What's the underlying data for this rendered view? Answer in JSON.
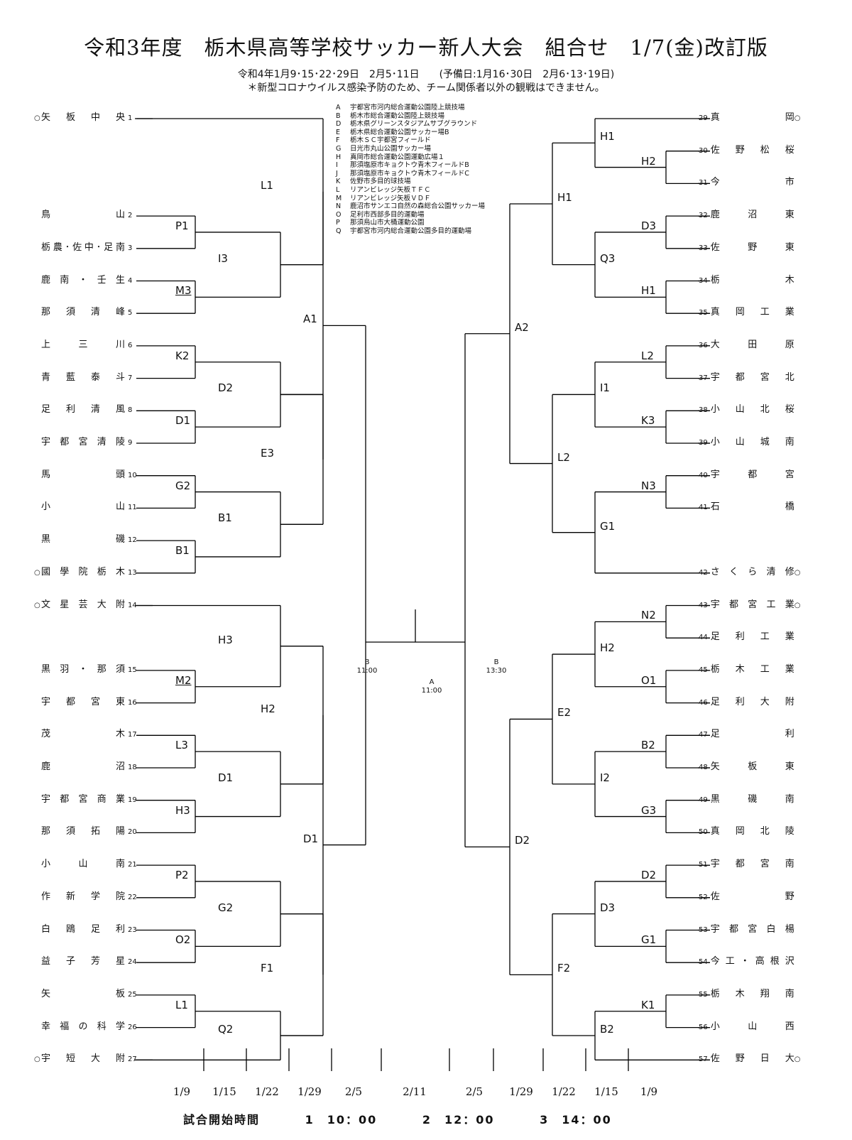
{
  "title": "令和3年度　栃木県高等学校サッカー新人大会　組合せ　1/7(金)改訂版",
  "subtitle": "令和4年1月9･15･22･29日　2月5･11日　　(予備日:1月16･30日　2月6･13･19日)",
  "notice": "＊新型コロナウイルス感染予防のため、チーム関係者以外の観戦はできません。",
  "venues": [
    {
      "code": "A",
      "name": "宇都宮市河内総合運動公園陸上競技場"
    },
    {
      "code": "B",
      "name": "栃木市総合運動公園陸上競技場"
    },
    {
      "code": "D",
      "name": "栃木県グリーンスタジアムサブグラウンド"
    },
    {
      "code": "E",
      "name": "栃木県総合運動公園サッカー場B"
    },
    {
      "code": "F",
      "name": "栃木ＳＣ宇都宮フィールド"
    },
    {
      "code": "G",
      "name": "日光市丸山公園サッカー場"
    },
    {
      "code": "H",
      "name": "真岡市総合運動公園運動広場１"
    },
    {
      "code": "I",
      "name": "那須塩原市キョクトウ青木フィールドB"
    },
    {
      "code": "J",
      "name": "那須塩原市キョクトウ青木フィールドC"
    },
    {
      "code": "K",
      "name": "佐野市多目的球技場"
    },
    {
      "code": "L",
      "name": "リアンビレッジ矢板ＴＦＣ"
    },
    {
      "code": "M",
      "name": "リアンビレッジ矢板ＶＤＦ"
    },
    {
      "code": "N",
      "name": "鹿沼市サンエコ自然の森総合公園サッカー場"
    },
    {
      "code": "O",
      "name": "足利市西部多目的運動場"
    },
    {
      "code": "P",
      "name": "那須烏山市大桶運動公園"
    },
    {
      "code": "Q",
      "name": "宇都宮市河内総合運動公園多目的運動場"
    }
  ],
  "teams_left": [
    {
      "num": "1",
      "name": "矢板中央",
      "seed": "○"
    },
    {
      "num": "2",
      "name": "鳥山",
      "seed": ""
    },
    {
      "num": "3",
      "name": "栃農･佐中･足南",
      "seed": ""
    },
    {
      "num": "4",
      "name": "鹿南・壬生",
      "seed": ""
    },
    {
      "num": "5",
      "name": "那須清峰",
      "seed": ""
    },
    {
      "num": "6",
      "name": "上三川",
      "seed": ""
    },
    {
      "num": "7",
      "name": "青藍泰斗",
      "seed": ""
    },
    {
      "num": "8",
      "name": "足利清風",
      "seed": ""
    },
    {
      "num": "9",
      "name": "宇都宮清陵",
      "seed": ""
    },
    {
      "num": "10",
      "name": "馬頭",
      "seed": ""
    },
    {
      "num": "11",
      "name": "小山",
      "seed": ""
    },
    {
      "num": "12",
      "name": "黒磯",
      "seed": ""
    },
    {
      "num": "13",
      "name": "國學院栃木",
      "seed": "○"
    },
    {
      "num": "14",
      "name": "文星芸大附",
      "seed": "○"
    },
    {
      "num": "15",
      "name": "黒羽・那須",
      "seed": ""
    },
    {
      "num": "16",
      "name": "宇都宮東",
      "seed": ""
    },
    {
      "num": "17",
      "name": "茂木",
      "seed": ""
    },
    {
      "num": "18",
      "name": "鹿沼",
      "seed": ""
    },
    {
      "num": "19",
      "name": "宇都宮商業",
      "seed": ""
    },
    {
      "num": "20",
      "name": "那須拓陽",
      "seed": ""
    },
    {
      "num": "21",
      "name": "小山南",
      "seed": ""
    },
    {
      "num": "22",
      "name": "作新学院",
      "seed": ""
    },
    {
      "num": "23",
      "name": "白鴎足利",
      "seed": ""
    },
    {
      "num": "24",
      "name": "益子芳星",
      "seed": ""
    },
    {
      "num": "25",
      "name": "矢板",
      "seed": ""
    },
    {
      "num": "26",
      "name": "幸福の科学",
      "seed": ""
    },
    {
      "num": "27",
      "name": "宇短大附",
      "seed": "○"
    }
  ],
  "teams_right": [
    {
      "num": "29",
      "name": "真岡",
      "seed": "○"
    },
    {
      "num": "30",
      "name": "佐野松桜",
      "seed": ""
    },
    {
      "num": "31",
      "name": "今市",
      "seed": ""
    },
    {
      "num": "32",
      "name": "鹿沼東",
      "seed": ""
    },
    {
      "num": "33",
      "name": "佐野東",
      "seed": ""
    },
    {
      "num": "34",
      "name": "栃木",
      "seed": ""
    },
    {
      "num": "35",
      "name": "真岡工業",
      "seed": ""
    },
    {
      "num": "36",
      "name": "大田原",
      "seed": ""
    },
    {
      "num": "37",
      "name": "宇都宮北",
      "seed": ""
    },
    {
      "num": "38",
      "name": "小山北桜",
      "seed": ""
    },
    {
      "num": "39",
      "name": "小山城南",
      "seed": ""
    },
    {
      "num": "40",
      "name": "宇都宮",
      "seed": ""
    },
    {
      "num": "41",
      "name": "石橋",
      "seed": ""
    },
    {
      "num": "42",
      "name": "さくら清修",
      "seed": "○"
    },
    {
      "num": "43",
      "name": "宇都宮工業",
      "seed": "○"
    },
    {
      "num": "44",
      "name": "足利工業",
      "seed": ""
    },
    {
      "num": "45",
      "name": "栃木工業",
      "seed": ""
    },
    {
      "num": "46",
      "name": "足利大附",
      "seed": ""
    },
    {
      "num": "47",
      "name": "足利",
      "seed": ""
    },
    {
      "num": "48",
      "name": "矢板東",
      "seed": ""
    },
    {
      "num": "49",
      "name": "黒磯南",
      "seed": ""
    },
    {
      "num": "50",
      "name": "真岡北陵",
      "seed": ""
    },
    {
      "num": "51",
      "name": "宇都宮南",
      "seed": ""
    },
    {
      "num": "52",
      "name": "佐野",
      "seed": ""
    },
    {
      "num": "53",
      "name": "宇都宮白楊",
      "seed": ""
    },
    {
      "num": "54",
      "name": "今工・高根沢",
      "seed": ""
    },
    {
      "num": "55",
      "name": "栃木翔南",
      "seed": ""
    },
    {
      "num": "56",
      "name": "小山西",
      "seed": ""
    },
    {
      "num": "57",
      "name": "佐野日大",
      "seed": "○"
    }
  ],
  "match_labels_left": {
    "r1": [
      "P1",
      "M3",
      "K2",
      "D1",
      "G2",
      "B1",
      "M2",
      "L3",
      "H3",
      "P2",
      "O2",
      "L1"
    ],
    "r2": [
      "I3",
      "D2",
      "B1",
      "H3",
      "D1",
      "G2",
      "Q2"
    ],
    "r3": [
      "L1",
      "E3",
      "H2",
      "F1"
    ],
    "r4": [
      "A1",
      "D1"
    ]
  },
  "match_labels_right": {
    "r1": [
      "H2",
      "D3",
      "H1",
      "L2",
      "K3",
      "N3",
      "N2",
      "O1",
      "B2",
      "G3",
      "D2",
      "G1",
      "K1"
    ],
    "r2": [
      "H1",
      "Q3",
      "I1",
      "G1",
      "H2",
      "I2",
      "D3",
      "B2"
    ],
    "r3": [
      "H1",
      "L2",
      "E2",
      "F2"
    ],
    "r4": [
      "A2",
      "D2"
    ]
  },
  "finals": {
    "semi_left": {
      "venue": "B",
      "time": "11:00"
    },
    "semi_right": {
      "venue": "B",
      "time": "13:30"
    },
    "final": {
      "venue": "A",
      "time": "11:00"
    }
  },
  "round_dates": [
    "1/9",
    "1/15",
    "1/22",
    "1/29",
    "2/5",
    "2/11",
    "2/5",
    "1/29",
    "1/22",
    "1/15",
    "1/9"
  ],
  "start_times_label": "試合開始時間",
  "start_times": [
    "1　10：00",
    "2　12：00",
    "3　14：00"
  ]
}
